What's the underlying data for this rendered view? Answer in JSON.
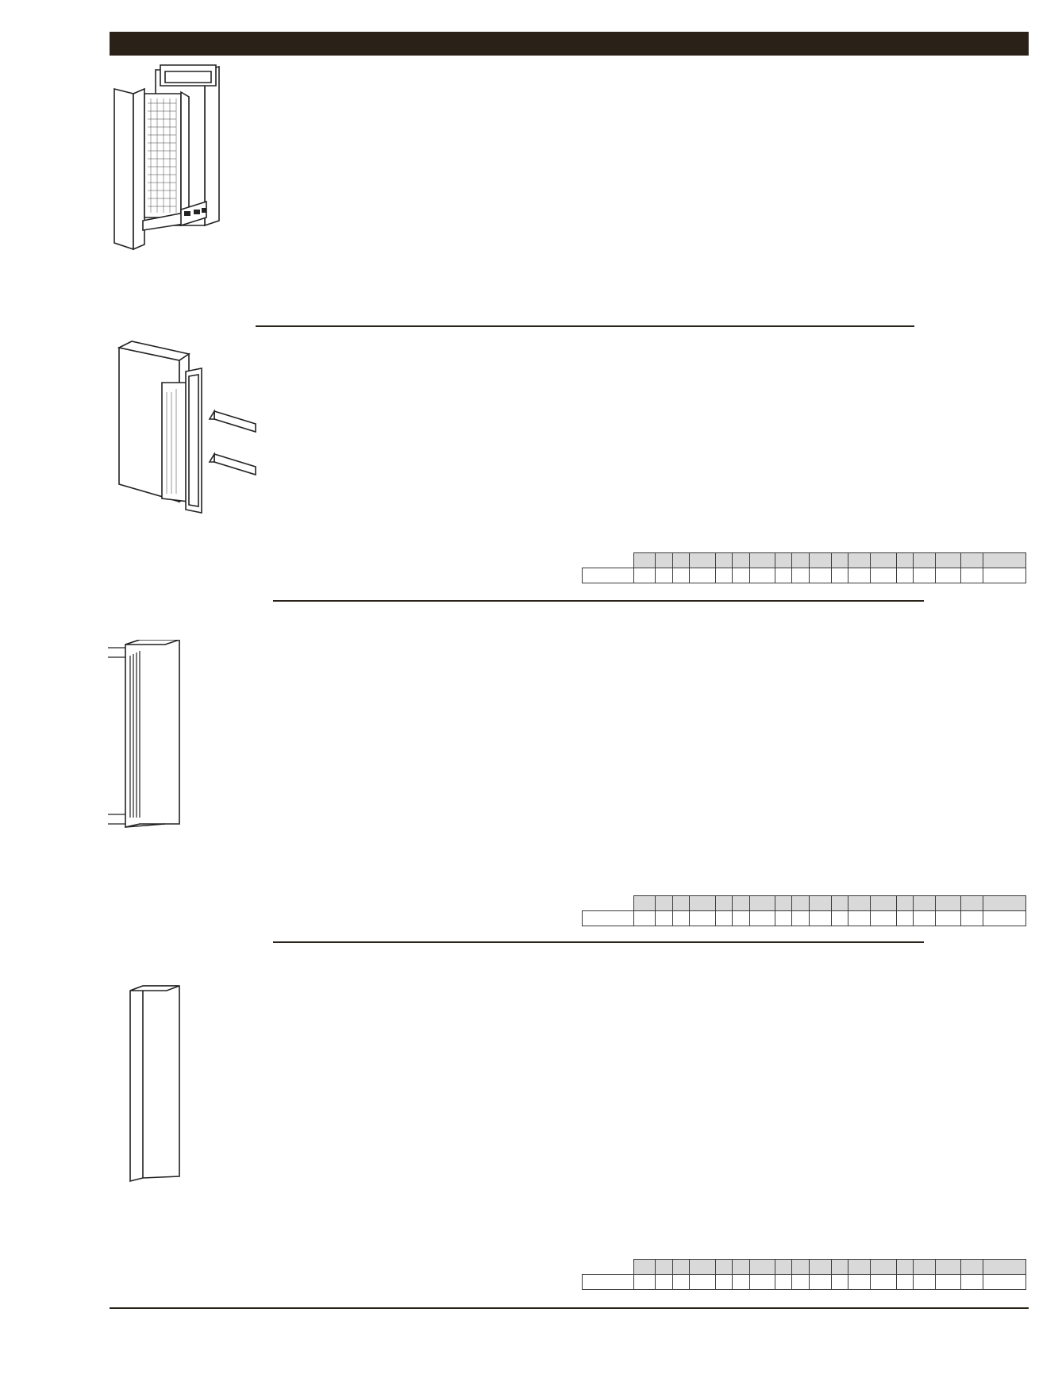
{
  "page": {
    "sections": [
      {
        "id": "roll-out-tray-tall-cabinet",
        "icon": "pull-out-tall-cabinet-icon"
      },
      {
        "id": "pull-out-base-organizer",
        "icon": "pull-out-organizer-with-baskets-icon"
      },
      {
        "id": "fluted-filler",
        "icon": "fluted-filler-icon"
      },
      {
        "id": "plain-filler",
        "icon": "plain-filler-icon"
      }
    ],
    "price_table_columns": 18
  },
  "colors": {
    "header_bar": "#2a2219",
    "table_header_fill": "#d9d9d9"
  }
}
